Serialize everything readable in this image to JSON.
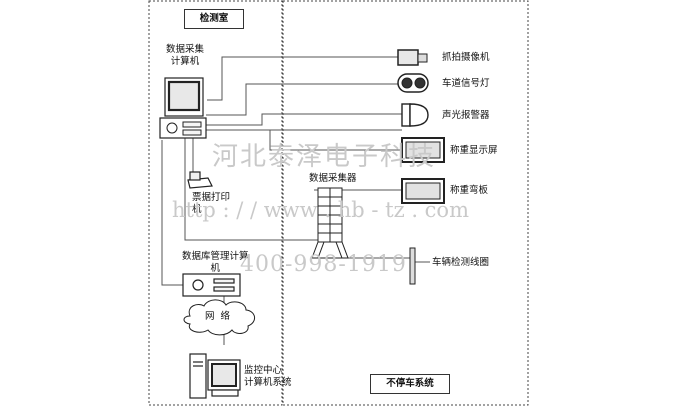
{
  "zones": {
    "control_room": "检测室",
    "non_stop_system": "不停车系统"
  },
  "devices": {
    "data_acq_computer": "数据采集\n计算机",
    "capture_camera": "抓拍摄像机",
    "lane_signal": "车道信号灯",
    "sound_light_alarm": "声光报警器",
    "weighing_display": "称重显示屏",
    "weighing_plate": "称重弯板",
    "data_collector": "数据采集器",
    "ticket_printer": "票据打印\n机",
    "vehicle_loop": "车辆检测线圈",
    "db_computer": "数据库管理计算\n机",
    "network": "网  络",
    "monitor_center": "监控中心\n计算机系统"
  },
  "watermark": {
    "company": "河北泰泽电子科技",
    "url": "http : / / www . hb - tz . com",
    "phone": "400-998-1919"
  }
}
